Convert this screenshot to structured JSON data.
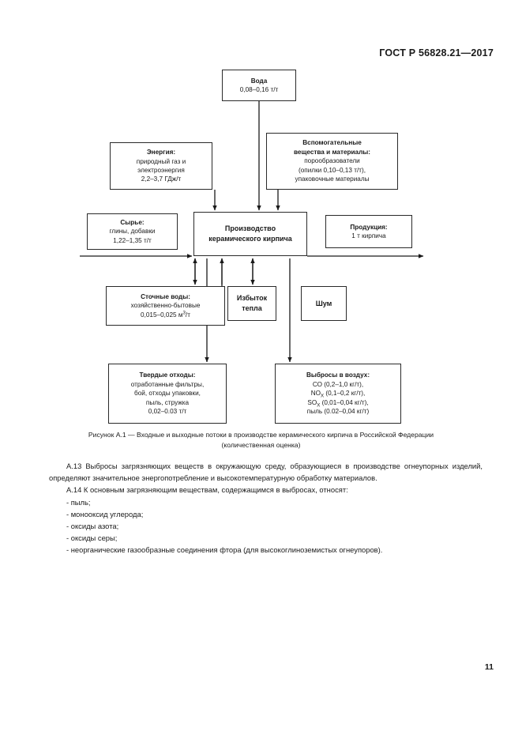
{
  "document": {
    "standard_number": "ГОСТ Р 56828.21—2017",
    "page_number": "11"
  },
  "diagram": {
    "boxes": {
      "water": {
        "title": "Вода",
        "lines": [
          "0,08–0,16 т/т"
        ]
      },
      "energy": {
        "title": "Энергия:",
        "lines": [
          "природный газ и",
          "электроэнергия",
          "2,2–3,7 ГДж/т"
        ]
      },
      "auxiliary": {
        "title_line1": "Вспомогательные",
        "title_line2": "вещества и материалы:",
        "lines": [
          "порообразователи",
          "(опилки 0,10–0,13 т/т),",
          "упаковочные материалы"
        ]
      },
      "raw_materials": {
        "title": "Сырье:",
        "lines": [
          "глины, добавки",
          "1,22–1,35 т/т"
        ]
      },
      "production": {
        "line1": "Производство",
        "line2": "керамического кирпича"
      },
      "products": {
        "title": "Продукция:",
        "lines": [
          "1 т кирпича"
        ]
      },
      "wastewater": {
        "title": "Сточные воды:",
        "lines": [
          "хозяйственно-бытовые"
        ],
        "value_prefix": "0,015–0,025 м",
        "value_sup": "3",
        "value_suffix": "/т"
      },
      "excess_heat": {
        "line1": "Избыток",
        "line2": "тепла"
      },
      "noise": {
        "line1": "Шум"
      },
      "solid_waste": {
        "title": "Твердые отходы:",
        "lines": [
          "отработанные фильтры,",
          "бой, отходы упаковки,",
          "пыль, стружка",
          "0,02–0.03 т/т"
        ]
      },
      "air_emissions": {
        "title": "Выбросы в воздух:",
        "line_co": "СО (0,2–1,0 кг/т),",
        "line_nox_prefix": "NO",
        "line_nox_sub": "X",
        "line_nox_suffix": " (0,1–0,2 кг/т),",
        "line_sox_prefix": "SO",
        "line_sox_sub": "X",
        "line_sox_suffix": " (0,01–0,04 кг/т),",
        "line_dust": "пыль (0.02–0,04 кг/т)"
      }
    }
  },
  "caption": {
    "line1": "Рисунок  А.1 — Входные и выходные потоки в производстве керамического кирпича в Российской Федерации",
    "line2": "(количественная оценка)"
  },
  "body": {
    "para_a13": "А.13  Выбросы загрязняющих веществ в окружающую среду, образующиеся в производстве огнеупорных изделий, определяют значительное энергопотребление и высокотемпературную обработку материалов.",
    "para_a14": "А.14  К основным загрязняющим веществам, содержащимся в выбросах, относят:",
    "list_items": [
      "- пыль;",
      "- монооксид углерода;",
      "- оксиды азота;",
      "- оксиды серы;",
      "- неорганические газообразные соединения фтора (для высокоглиноземистых огнеупоров)."
    ]
  }
}
